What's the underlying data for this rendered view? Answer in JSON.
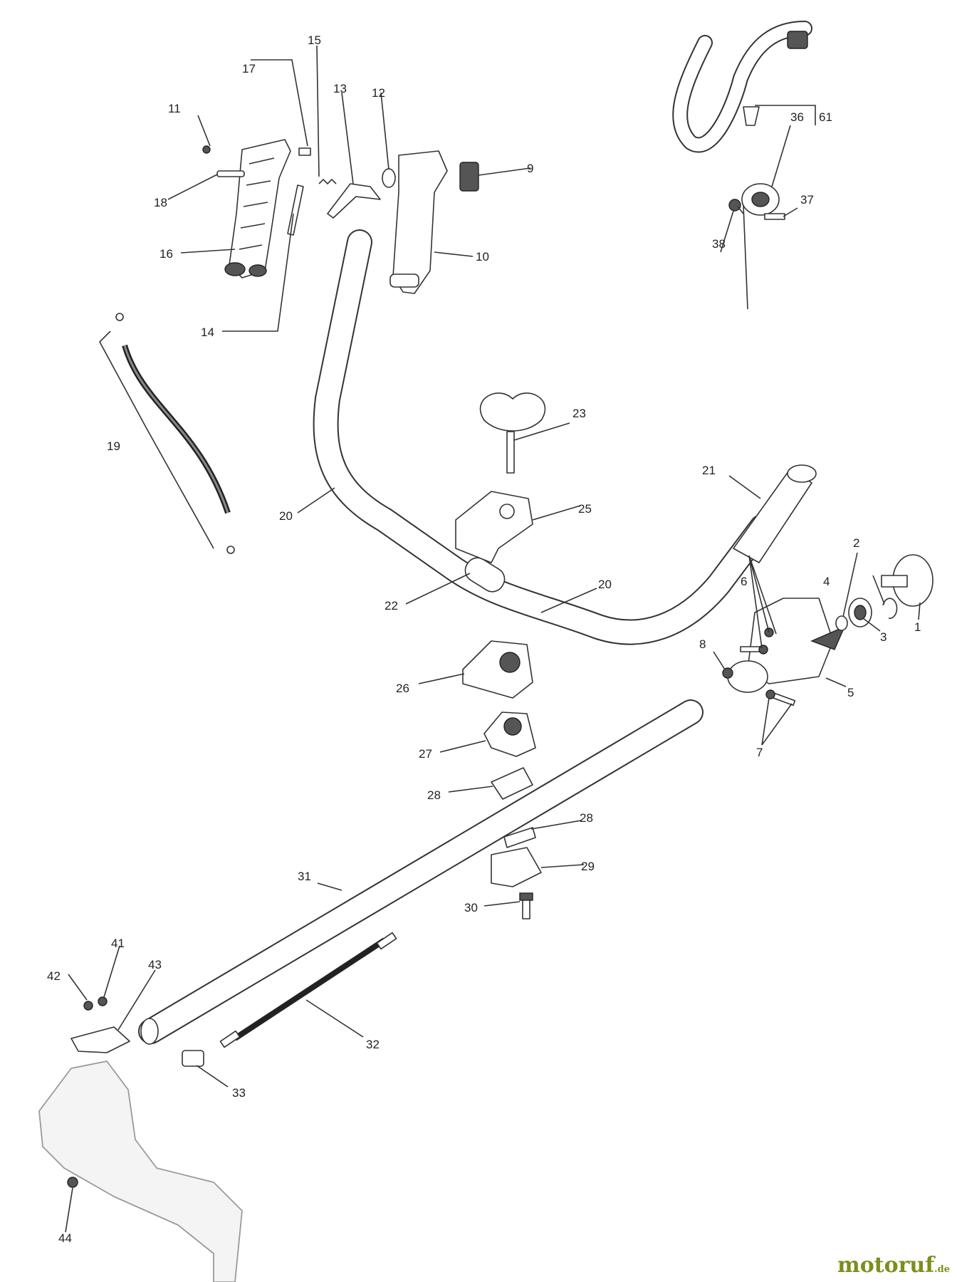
{
  "callouts": [
    {
      "id": "c1",
      "text": "1"
    },
    {
      "id": "c2",
      "text": "2"
    },
    {
      "id": "c3",
      "text": "3"
    },
    {
      "id": "c4",
      "text": "4"
    },
    {
      "id": "c5",
      "text": "5"
    },
    {
      "id": "c6",
      "text": "6"
    },
    {
      "id": "c7",
      "text": "7"
    },
    {
      "id": "c8",
      "text": "8"
    },
    {
      "id": "c9",
      "text": "9"
    },
    {
      "id": "c10",
      "text": "10"
    },
    {
      "id": "c11",
      "text": "11"
    },
    {
      "id": "c12",
      "text": "12"
    },
    {
      "id": "c13",
      "text": "13"
    },
    {
      "id": "c14",
      "text": "14"
    },
    {
      "id": "c15",
      "text": "15"
    },
    {
      "id": "c16",
      "text": "16"
    },
    {
      "id": "c17",
      "text": "17"
    },
    {
      "id": "c18",
      "text": "18"
    },
    {
      "id": "c19",
      "text": "19"
    },
    {
      "id": "c20a",
      "text": "20"
    },
    {
      "id": "c20b",
      "text": "20"
    },
    {
      "id": "c21",
      "text": "21"
    },
    {
      "id": "c22",
      "text": "22"
    },
    {
      "id": "c23",
      "text": "23"
    },
    {
      "id": "c25",
      "text": "25"
    },
    {
      "id": "c26",
      "text": "26"
    },
    {
      "id": "c27",
      "text": "27"
    },
    {
      "id": "c28a",
      "text": "28"
    },
    {
      "id": "c28b",
      "text": "28"
    },
    {
      "id": "c29",
      "text": "29"
    },
    {
      "id": "c30",
      "text": "30"
    },
    {
      "id": "c31",
      "text": "31"
    },
    {
      "id": "c32",
      "text": "32"
    },
    {
      "id": "c33",
      "text": "33"
    },
    {
      "id": "c36",
      "text": "36"
    },
    {
      "id": "c37",
      "text": "37"
    },
    {
      "id": "c38",
      "text": "38"
    },
    {
      "id": "c41",
      "text": "41"
    },
    {
      "id": "c42",
      "text": "42"
    },
    {
      "id": "c43",
      "text": "43"
    },
    {
      "id": "c44",
      "text": "44"
    },
    {
      "id": "c61",
      "text": "61"
    }
  ],
  "watermark": {
    "brand": "motoruf",
    "suffix": ".de",
    "color": "#7a8f1c"
  }
}
